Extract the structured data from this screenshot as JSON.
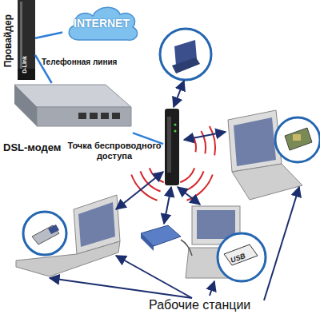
{
  "diagram": {
    "nodes": [
      {
        "text": [
          "INTERNET"
        ]
      },
      {
        "text": [
          "Провайдер"
        ]
      },
      {
        "text": [
          "DSL-модем"
        ]
      },
      {
        "text": [
          "Точка беспроводного доступа"
        ]
      }
    ],
    "edges": [
      {
        "from": 1,
        "to": 0,
        "arrow": "none"
      },
      {
        "from": 1,
        "to": 2,
        "arrow": "none",
        "label": "Телефонная линия"
      },
      {
        "from": 2,
        "to": 3,
        "arrow": "none"
      }
    ],
    "labels": [
      "D-Link",
      "USB",
      "Рабочие станции"
    ]
  }
}
